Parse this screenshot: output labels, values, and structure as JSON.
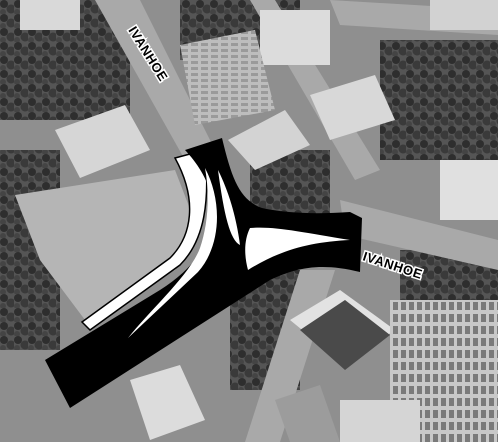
{
  "map": {
    "street_labels": {
      "ivanhoe_north": "IVANHOE",
      "ivanhoe_east": "IVANHOE"
    },
    "colors": {
      "road_fill": "#000000",
      "island_fill": "#ffffff",
      "aerial_base": "#8f8f8f",
      "building_light": "#d8d8d8",
      "building_dark": "#4a4a4a",
      "tree_canopy": "#3a3a3a",
      "parking_lot": "#b8b8b8",
      "street_gray": "#a6a6a6"
    },
    "icons": [
      "aerial-photo-background",
      "roundabout-road-overlay"
    ]
  }
}
